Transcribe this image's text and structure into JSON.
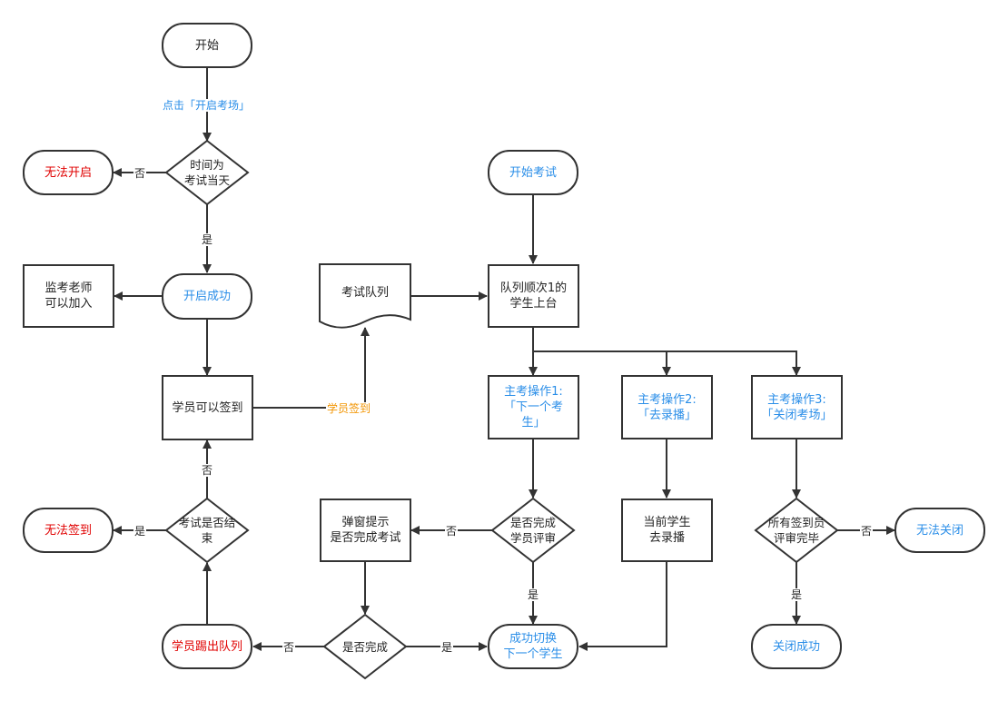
{
  "nodes": {
    "start": "开始",
    "check_date": "时间为\n考试当天",
    "cannot_open": "无法开启",
    "open_success": "开启成功",
    "proctor_join": "监考老师\n可以加入",
    "student_signin": "学员可以签到",
    "exam_ended": "考试是否结\n束",
    "cannot_signin": "无法签到",
    "kicked_out": "学员踢出队列",
    "exam_queue": "考试队列",
    "begin_exam": "开始考试",
    "first_student": "队列顺次1的\n学生上台",
    "op1": "主考操作1:\n「下一个考\n生」",
    "op2": "主考操作2:\n「去录播」",
    "op3": "主考操作3:\n「关闭考场」",
    "review_done": "是否完成\n学员评审",
    "popup": "弹窗提示\n是否完成考试",
    "complete_q": "是否完成",
    "switch_next": "成功切换\n下一个学生",
    "go_record": "当前学生\n去录播",
    "all_reviewed": "所有签到员\n评审完毕",
    "cannot_close": "无法关闭",
    "close_success": "关闭成功"
  },
  "edge_labels": {
    "click_open": "点击「开启考场」",
    "no_date": "否",
    "yes_date": "是",
    "student_checkin": "学员签到",
    "no_ended": "否",
    "yes_ended": "是",
    "no_review": "否",
    "yes_review": "是",
    "no_complete": "否",
    "yes_complete": "是",
    "no_all": "否",
    "yes_all": "是"
  },
  "colors": {
    "stroke": "#333333",
    "blue_text": "#2a8ee8",
    "red_text": "#e00000",
    "orange_text": "#f29400"
  }
}
